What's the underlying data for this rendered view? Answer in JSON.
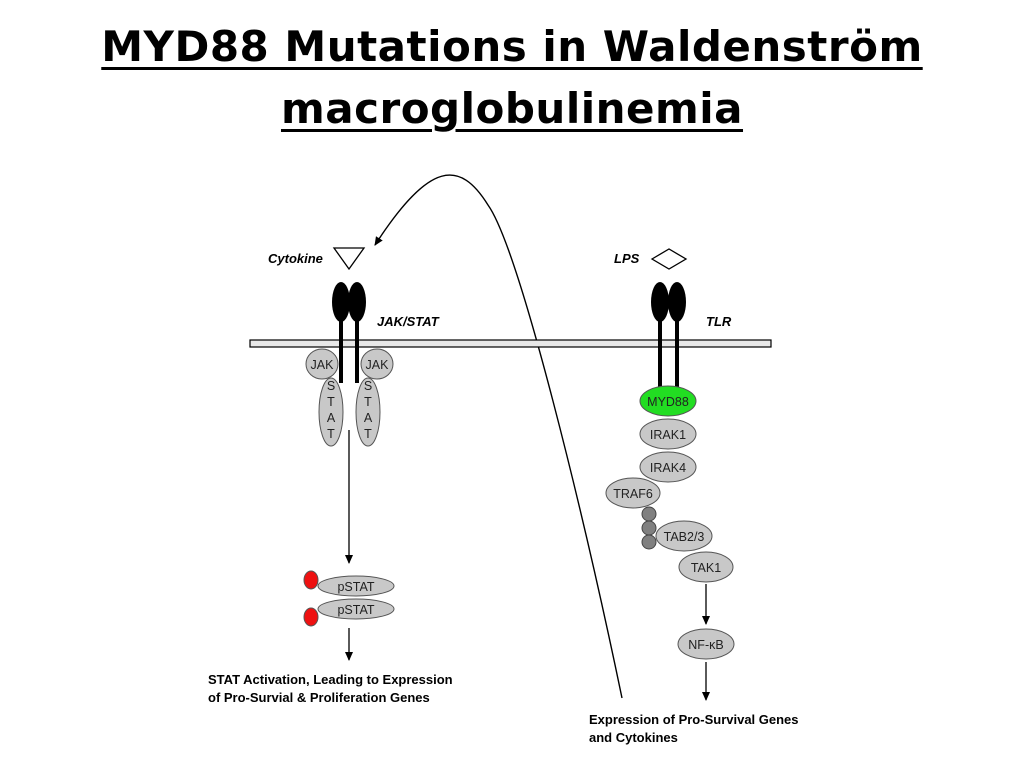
{
  "slide": {
    "title_line1": "MYD88 Mutations in Waldenström",
    "title_line2": "macroglobulinemia"
  },
  "left_pathway": {
    "ligand": "Cytokine",
    "receptor": "JAK/STAT",
    "jak": "JAK",
    "stat_letters": [
      "S",
      "T",
      "A",
      "T"
    ],
    "pstat": "pSTAT",
    "caption_line1": "STAT Activation, Leading to Expression",
    "caption_line2": "of Pro-Survial & Proliferation Genes"
  },
  "right_pathway": {
    "ligand": "LPS",
    "receptor": "TLR",
    "nodes": {
      "myd88": "MYD88",
      "irak1": "IRAK1",
      "irak4": "IRAK4",
      "traf6": "TRAF6",
      "tab23": "TAB2/3",
      "tak1": "TAK1",
      "nfkb": "NF-κB"
    },
    "caption_line1": "Expression of Pro-Survival Genes",
    "caption_line2": "and Cytokines"
  },
  "colors": {
    "myd88_fill": "#22dd22",
    "phospho_fill": "#ee1111",
    "node_fill": "#c8c8c8",
    "ubiquitin_fill": "#808080"
  }
}
